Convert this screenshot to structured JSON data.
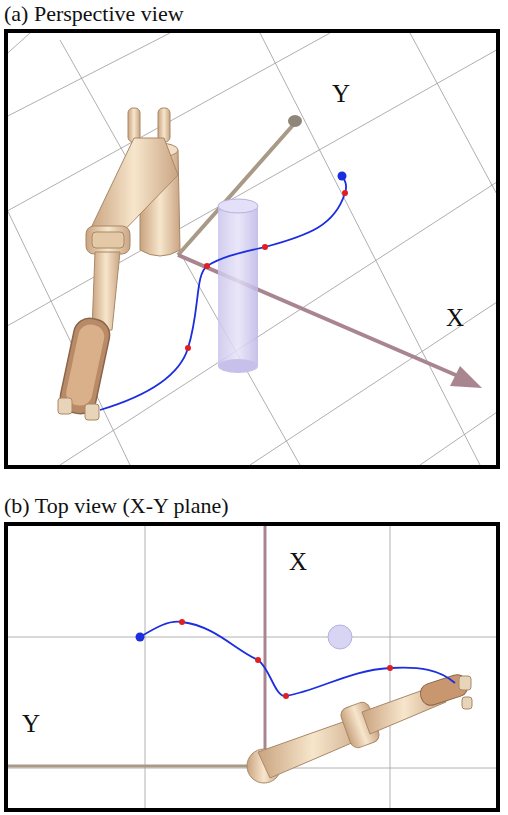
{
  "diagram": {
    "labels": [
      "(a) Perspective view",
      "Y",
      "X",
      "(b) Top view (X-Y plane)",
      "X",
      "Y"
    ]
  }
}
